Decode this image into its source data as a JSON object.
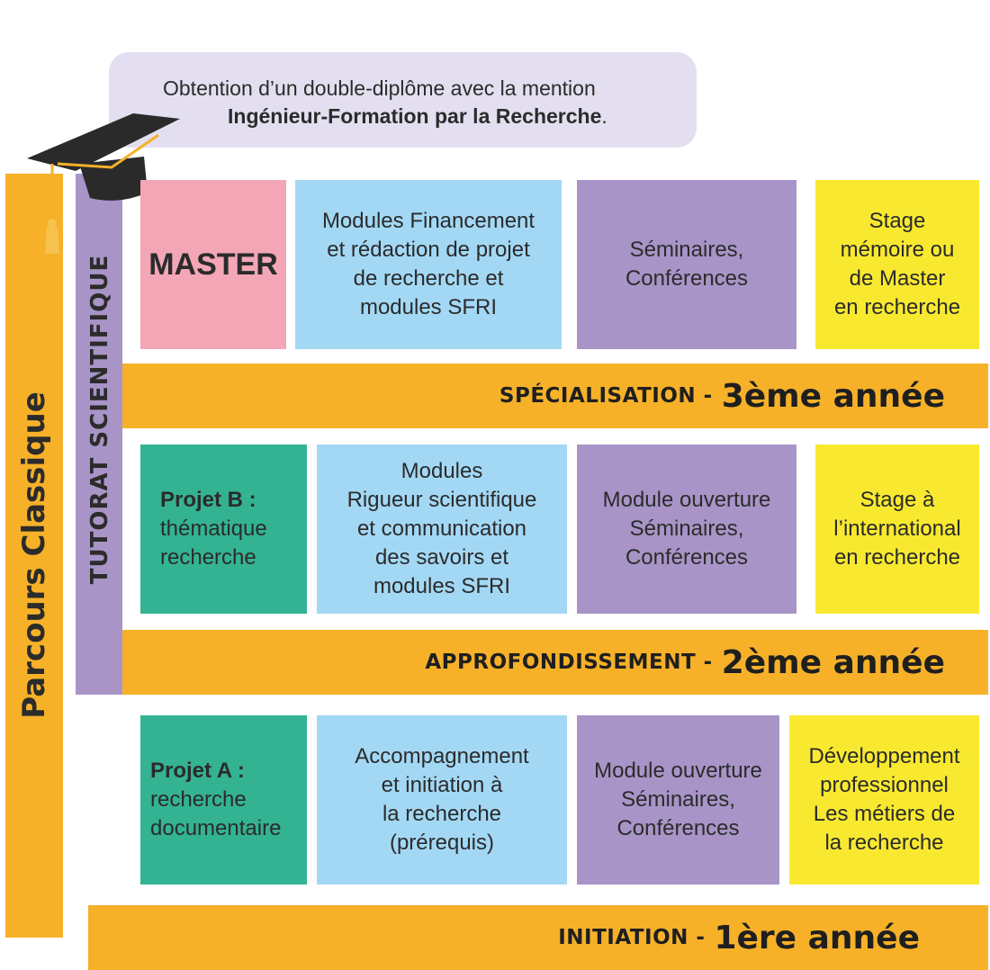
{
  "banner": {
    "line1": "Obtention d’un double-diplôme avec la mention",
    "line2_bold": "Ingénieur-Formation par la Recherche",
    "line2_end": "."
  },
  "side": {
    "parcours": "Parcours Classique",
    "tutorat": "TUTORAT SCIENTIFIQUE"
  },
  "year3": {
    "master": "MASTER",
    "modules": "Modules Financement\net rédaction de projet\nde recherche et\nmodules SFRI",
    "seminaires": "Séminaires,\nConférences",
    "stage": "Stage\nmémoire ou\nde Master\nen recherche",
    "band_label": "SPÉCIALISATION -",
    "band_year": "3ème année"
  },
  "year2": {
    "projet_title": "Projet B :",
    "projet_sub": "thématique\nrecherche",
    "modules": "Modules\nRigueur scientifique\net communication\ndes savoirs et\nmodules SFRI",
    "ouverture": "Module ouverture\nSéminaires,\nConférences",
    "stage": "Stage à\nl’international\nen recherche",
    "band_label": "APPROFONDISSEMENT -",
    "band_year": "2ème année"
  },
  "year1": {
    "projet_title": "Projet A :",
    "projet_sub": "recherche\ndocumentaire",
    "accompagnement": "Accompagnement\net initiation à\nla recherche\n(prérequis)",
    "ouverture": "Module ouverture\nSéminaires,\nConférences",
    "dev": "Développement\nprofessionnel\nLes métiers de\nla recherche",
    "band_label": "INITIATION -",
    "band_year": "1ère année"
  }
}
